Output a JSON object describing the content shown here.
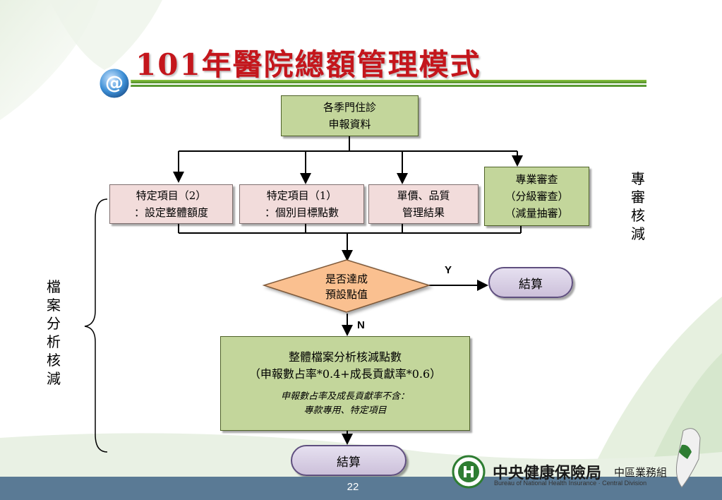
{
  "title": "101年醫院總額管理模式",
  "colors": {
    "title": "#c4161c",
    "box_green": "#c3d69b",
    "box_pink": "#f2dcdb",
    "diamond": "#fac090",
    "pill": "#ccc0da",
    "footer": "#5a7a95"
  },
  "at_icon": "@",
  "flow": {
    "top_box": {
      "line1": "各季門住診",
      "line2": "申報資料"
    },
    "specific2": {
      "line1": "特定項目（2）",
      "line2": "：設定整體額度"
    },
    "specific1": {
      "line1": "特定項目（1）",
      "line2": "：個別目標點數"
    },
    "price_quality": {
      "line1": "單價、品質",
      "line2": "管理結果"
    },
    "professional": {
      "line1": "專業審查",
      "line2": "（分級審查）",
      "line3": "（減量抽審）"
    },
    "decision": {
      "line1": "是否達成",
      "line2": "預設點值"
    },
    "yes_label": "Y",
    "no_label": "N",
    "settle_right": "結算",
    "analysis": {
      "line1": "整體檔案分析核減點數",
      "line2": "（申報數占率*0.4+成長貢獻率*0.6）",
      "note1": "申報數占率及成長貢獻率不含：",
      "note2": "專款專用、特定項目"
    },
    "settle_bottom": "結算"
  },
  "side_labels": {
    "left": "檔案分析核減",
    "right": "專審核減"
  },
  "footer": {
    "page": "22",
    "org_zh": "中央健康保險局",
    "org_zh_division": "中區業務組",
    "org_en": "Bureau of National Health Insurance · Central Division"
  }
}
